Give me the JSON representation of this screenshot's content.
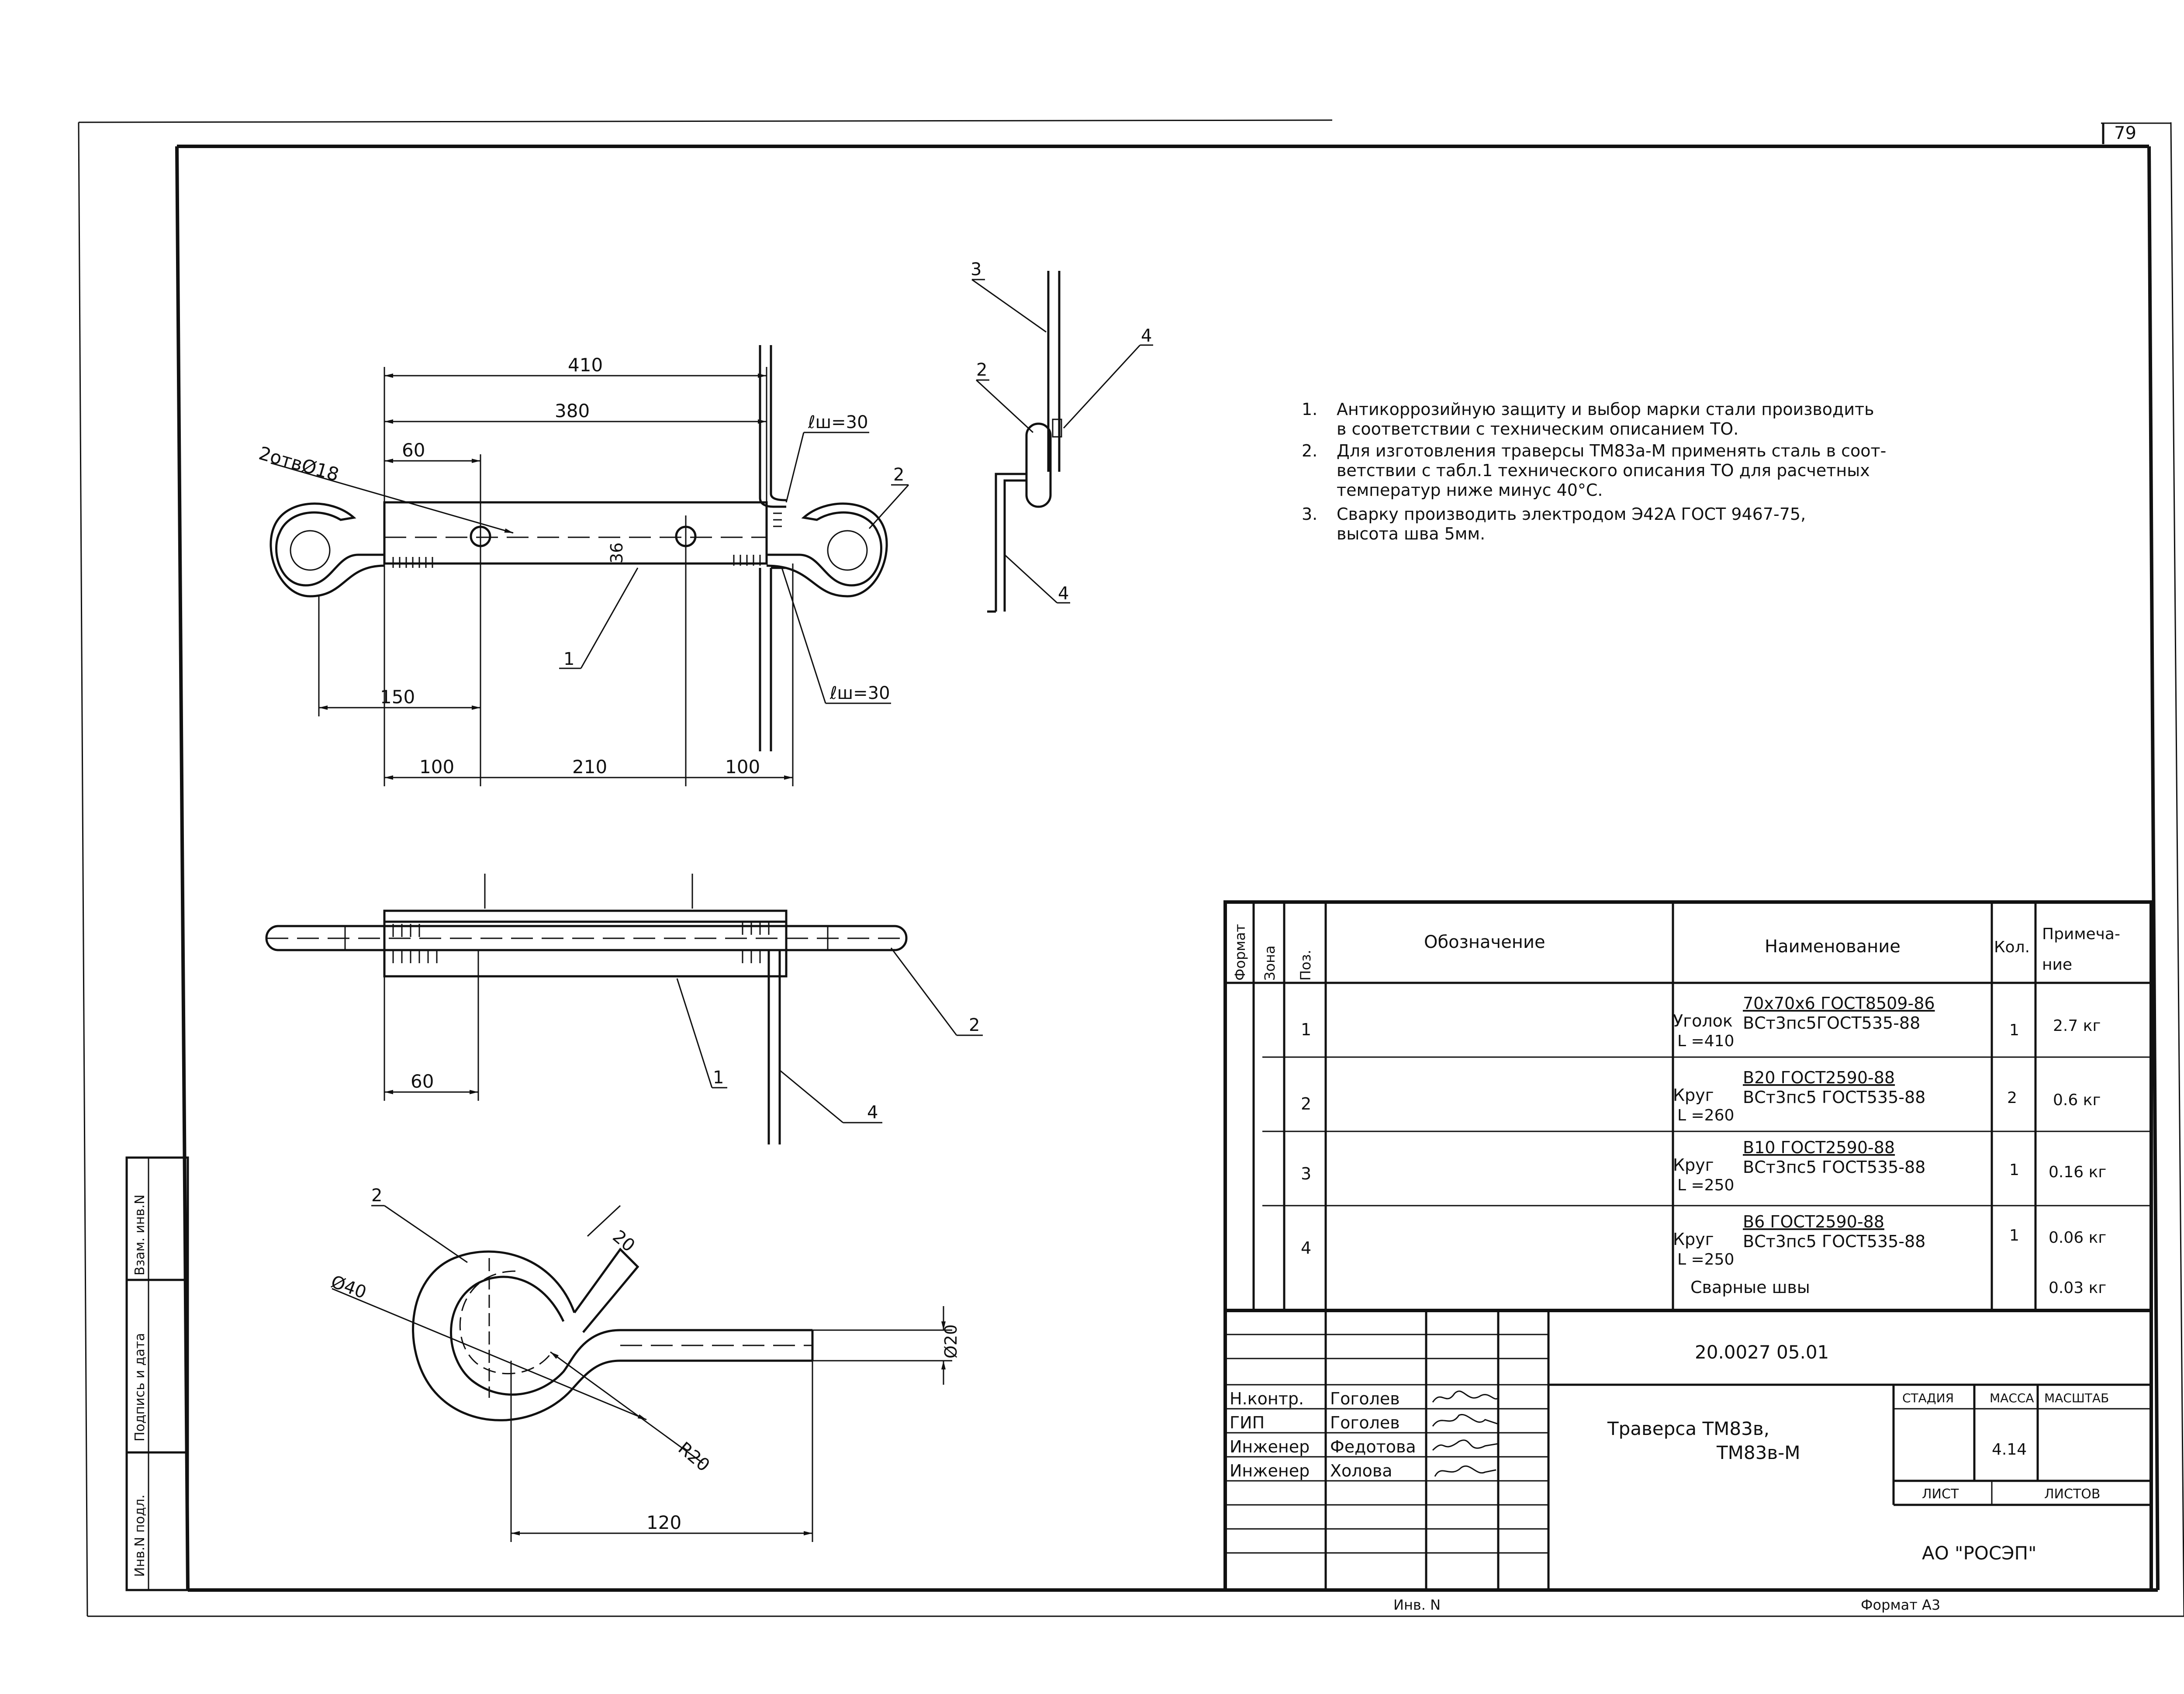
{
  "sheet_number": "79",
  "notes": [
    {
      "num": "1.",
      "lines": [
        "Антикоррозийную защиту и выбор марки стали производить",
        "в соответствии с техническим описанием ТО."
      ]
    },
    {
      "num": "2.",
      "lines": [
        "Для изготовления траверсы ТМ83а-М применять сталь в соот-",
        "ветствии с табл.1 технического описания ТО для расчетных",
        "температур ниже минус 40°С."
      ]
    },
    {
      "num": "3.",
      "lines": [
        "Сварку производить электродом Э42А ГОСТ 9467-75,",
        "высота шва 5мм."
      ]
    }
  ],
  "plan_view": {
    "dim_410": "410",
    "dim_380": "380",
    "dim_60": "60",
    "holes": "2отвØ18",
    "dim_36": "36",
    "dim_150": "150",
    "dim_100a": "100",
    "dim_210": "210",
    "dim_100b": "100",
    "weld_top": "ℓш=30",
    "weld_bottom": "ℓш=30",
    "pos_1": "1",
    "pos_2": "2"
  },
  "side_view": {
    "pos_2": "2",
    "pos_3": "3",
    "pos_4a": "4",
    "pos_4b": "4"
  },
  "front_view": {
    "dim_60": "60",
    "pos_1": "1",
    "pos_2": "2",
    "pos_4": "4"
  },
  "hook_view": {
    "pos_2": "2",
    "dim_20": "20",
    "dia_40": "Ø40",
    "dia_20": "Ø20",
    "r_20": "R20",
    "dim_120": "120"
  },
  "spec_table": {
    "headers": {
      "format": "Формат",
      "zone": "Зона",
      "pos": "Поз.",
      "designation": "Обозначение",
      "name": "Наименование",
      "qty": "Кол.",
      "note_1": "Примеча-",
      "note_2": "ние"
    },
    "rows": [
      {
        "pos": "1",
        "kind": "Уголок",
        "top": "70х70х6 ГОСТ8509-86",
        "bottom": "ВСт3пс5ГОСТ535-88",
        "len": "L =410",
        "qty": "1",
        "note": "2.7 кг"
      },
      {
        "pos": "2",
        "kind": "Круг",
        "top": "В20 ГОСТ2590-88",
        "bottom": "ВСт3пс5 ГОСТ535-88",
        "len": "L =260",
        "qty": "2",
        "note": "0.6 кг"
      },
      {
        "pos": "3",
        "kind": "Круг",
        "top": "В10 ГОСТ2590-88",
        "bottom": "ВСт3пс5 ГОСТ535-88",
        "len": "L =250",
        "qty": "1",
        "note": "0.16 кг"
      },
      {
        "pos": "4",
        "kind": "Круг",
        "top": "В6 ГОСТ2590-88",
        "bottom": "ВСт3пс5 ГОСТ535-88",
        "len": "L =250",
        "qty": "1",
        "note": "0.06 кг"
      }
    ],
    "welds": {
      "name": "Сварные швы",
      "note": "0.03 кг"
    }
  },
  "title_block": {
    "doc_code": "20.0027 05.01",
    "title_1": "Траверса ТМ83в,",
    "title_2": "ТМ83в-М",
    "stage": "СТАДИЯ",
    "mass": "МАССА",
    "scale": "МАСШТАБ",
    "mass_value": "4.14",
    "sheet": "ЛИСТ",
    "sheets": "ЛИСТОВ",
    "company": "АО \"РОСЭП\"",
    "signers": [
      {
        "role": "Н.контр.",
        "name": "Гоголев"
      },
      {
        "role": "ГИП",
        "name": "Гоголев"
      },
      {
        "role": "Инженер",
        "name": "Федотова"
      },
      {
        "role": "Инженер",
        "name": "Холова"
      }
    ]
  },
  "side_stamp": {
    "s1": "Взам. инв.N",
    "s2": "Подпись и дата",
    "s3": "Инв.N подл."
  },
  "bottom": {
    "inv": "Инв. N",
    "format": "Формат А3"
  }
}
